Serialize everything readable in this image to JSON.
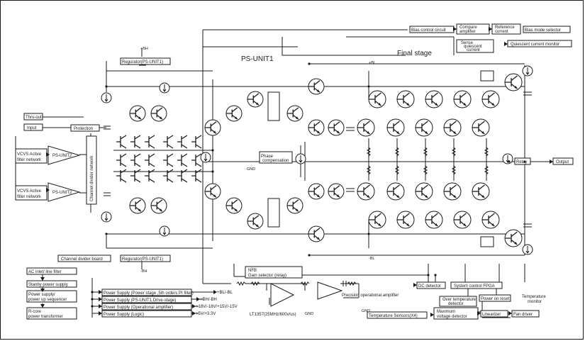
{
  "titles": {
    "ps_unit1": "PS-UNIT1",
    "final_stage": "Final stage"
  },
  "inputs": {
    "thru_out": "Thru-out",
    "input": "Input",
    "output": "Output"
  },
  "blocks": {
    "protection": "Protection",
    "channel_divider_network": "Channel divider network",
    "vcvs_top_1": "VCVS Active",
    "vcvs_top_2": "filter network",
    "vcvs_bot_1": "VCVS Active",
    "vcvs_bot_2": "filter network",
    "ps_unit2_top": "PS-UNIT2",
    "ps_unit2_bot": "PS-UNIT2",
    "channel_divider_board": "Channel divider board",
    "regulator_top": "Regurator(PS-UNIT1)",
    "regulator_bot": "Regurator(PS-UNIT1)",
    "phase_comp_1": "Phase",
    "phase_comp_2": "compensation",
    "relay": "Relay",
    "bias_control": "Bias control circuit",
    "compare_amp_1": "Compare",
    "compare_amp_2": "amplifier",
    "reference_current_1": "Reference",
    "reference_current_2": "current",
    "bias_mode_selector": "Bias mode selector",
    "sense_qc_1": "Sense",
    "sense_qc_2": "quiescent",
    "sense_qc_3": "current",
    "quiescent_monitor": "Quiescent current monitor",
    "nfb_1": "NFB",
    "nfb_2": "Gain selector (relay)",
    "precision_opamp": "Precision operational amplifier",
    "lt1357": "LT1357(25MHz/600v/us)",
    "dc_detector": "DC detector",
    "system_fpga": "System control FPGA",
    "over_temp_1": "Over temperature",
    "over_temp_2": "detector",
    "power_on_reset": "Power on reset",
    "temp_monitor_1": "Temperature",
    "temp_monitor_2": "monitor",
    "temp_sensors": "Temperature Sensors(X4)",
    "max_voltage_1": "Maximum",
    "max_voltage_2": "voltage detector",
    "linearizer": "Linearizer",
    "fan_driver": "Fan driver",
    "ac_inlet": "AC inlet/ line filter",
    "standby_ps": "Stanby power supply",
    "power_seq_1": "Power supply/",
    "power_seq_2": "power up sequencer",
    "rcore_1": "R-core",
    "rcore_2": "power transformer",
    "ps_power_stage": "Power Supply (Power stage ,5th orders PI filter)",
    "ps_drive_stage": "Power Supply (PS-UNIT1,Drive-stage)",
    "ps_opamp": "Power Supply (Operational amplifier)",
    "ps_logic": "Power Supply (Logic)"
  },
  "rails": {
    "bl": "+BL/-BL",
    "bh": "+BH/-BH",
    "op": "+18V/-18V/+15V/-15V",
    "logic": "+5V/+3.3V",
    "plus_bh": "+BH",
    "minus_bh": "-BH",
    "plus_bl": "+BL",
    "minus_bl": "-BL",
    "gnd1": "GND",
    "gnd2": "GND",
    "gnd3": "GND"
  }
}
